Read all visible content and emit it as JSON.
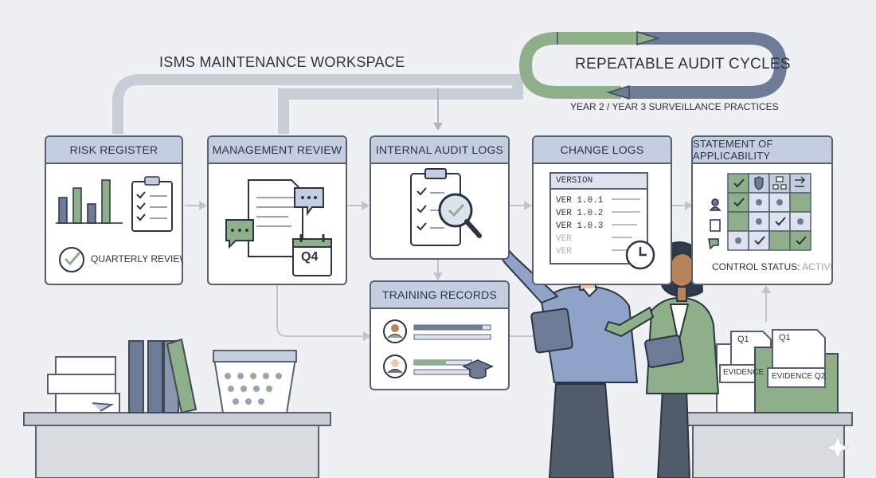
{
  "workspace_title": "ISMS MAINTENANCE WORKSPACE",
  "cycle": {
    "title": "REPEATABLE AUDIT CYCLES",
    "subtitle": "YEAR 2 / YEAR 3 SURVEILLANCE PRACTICES"
  },
  "cards": {
    "risk_register": {
      "title": "RISK REGISTER",
      "caption": "QUARTERLY REVIEW"
    },
    "management_review": {
      "title": "MANAGEMENT REVIEW",
      "calendar_label": "Q4"
    },
    "internal_audit": {
      "title": "INTERNAL AUDIT LOGS"
    },
    "change_logs": {
      "title": "CHANGE LOGS",
      "header": "VERSION",
      "versions": [
        "VER 1.0.1",
        "VER 1.0.2",
        "VER 1.0.3",
        "VER",
        "VER"
      ]
    },
    "soa": {
      "title": "STATEMENT OF APPLICABILITY",
      "status_label": "CONTROL STATUS:",
      "status_value": "ACTIVE",
      "status_color": "#8fae8a"
    },
    "training": {
      "title": "TRAINING RECORDS"
    }
  },
  "evidence": {
    "folder1_tab": "Q1",
    "folder1_label": "EVIDENCE",
    "folder2_tab": "Q1",
    "folder2_label": "EVIDENCE Q2"
  },
  "colors": {
    "card_header": "#c5cee0",
    "outline": "#56606e",
    "green_accent": "#8fae8a",
    "blue_accent": "#6d7b96",
    "background": "#eef0f4"
  }
}
